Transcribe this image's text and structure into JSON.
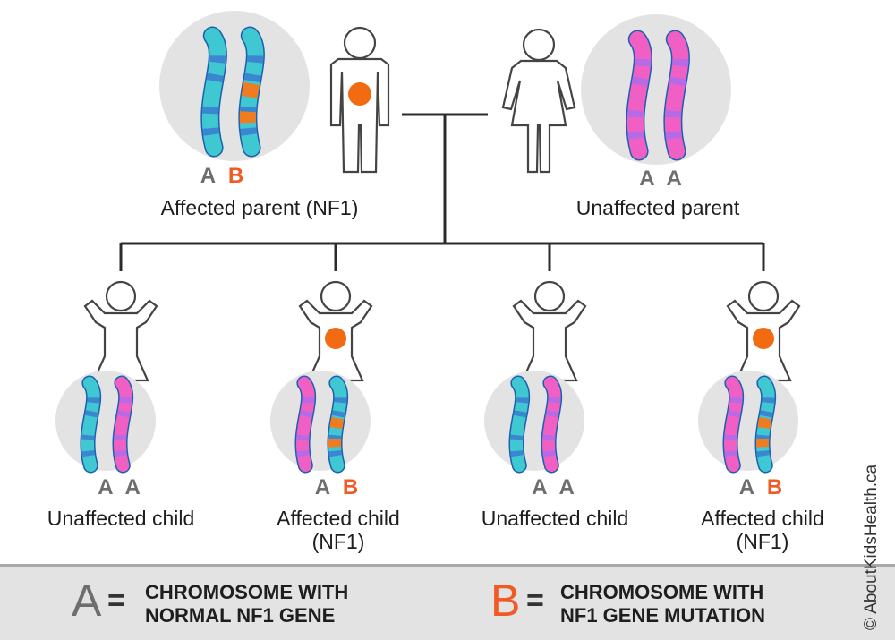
{
  "parents": {
    "affected": {
      "letters": [
        "A",
        "B"
      ],
      "label": "Affected parent (NF1)"
    },
    "unaffected": {
      "letters": [
        "A",
        "A"
      ],
      "label": "Unaffected parent"
    }
  },
  "children": [
    {
      "letters": [
        "A",
        "A"
      ],
      "label": "Unaffected child",
      "affected": false
    },
    {
      "letters": [
        "A",
        "B"
      ],
      "label": "Affected child\n(NF1)",
      "affected": true
    },
    {
      "letters": [
        "A",
        "A"
      ],
      "label": "Unaffected child",
      "affected": false
    },
    {
      "letters": [
        "A",
        "B"
      ],
      "label": "Affected child\n(NF1)",
      "affected": true
    }
  ],
  "legend": {
    "a": {
      "letter": "A",
      "equals": "=",
      "text": "CHROMOSOME WITH\nNORMAL NF1 GENE"
    },
    "b": {
      "letter": "B",
      "equals": "=",
      "text": "CHROMOSOME WITH\nNF1 GENE MUTATION"
    }
  },
  "copyright": "© AboutKidsHealth.ca",
  "colors": {
    "normal_from_affected": "#3fc7d2",
    "normal_from_affected_band": "#3a86d0",
    "normal_from_unaffected": "#f05fc4",
    "normal_from_unaffected_band": "#b56ae6",
    "mutation": "#f07c22",
    "lesion": "#f26a11",
    "letter_a": "#6e6e6e",
    "letter_b": "#f15a24",
    "circle": "#e3e3e3",
    "line": "#2b2b2b"
  }
}
